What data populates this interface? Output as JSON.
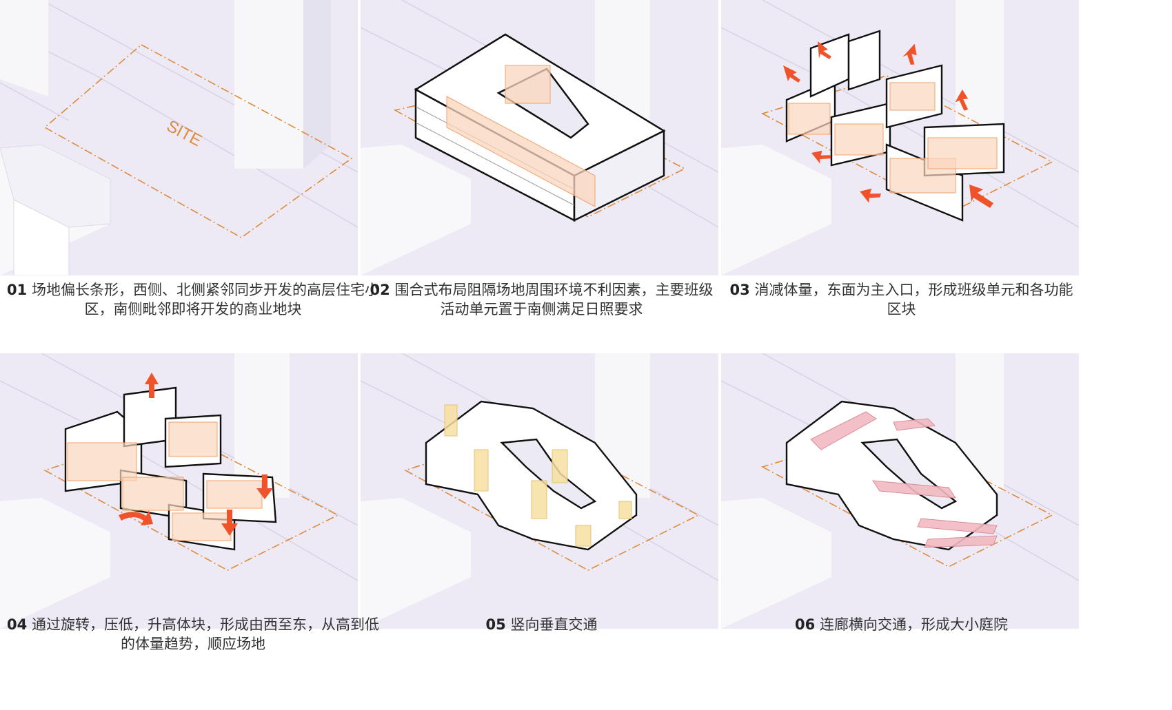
{
  "colors": {
    "ground": "#edeaf5",
    "tower": "#f7f7fa",
    "massing": "#ffffff",
    "outline": "#111111",
    "site_line": "#e08a3c",
    "classroom_fill": "#fbd6bd",
    "classroom_line": "#f2a06a",
    "arrow": "#f0532a",
    "core_fill": "#f7dfa0",
    "corridor_fill": "#f1b9c0"
  },
  "panels": [
    {
      "num": "01",
      "text": "场地偏长条形，西侧、北侧紧邻同步开发的高层住宅小区，南侧毗邻即将开发的商业地块",
      "site_label": "SITE"
    },
    {
      "num": "02",
      "text": "围合式布局阻隔场地周围环境不利因素，主要班级活动单元置于南侧满足日照要求"
    },
    {
      "num": "03",
      "text": "消减体量，东面为主入口，形成班级单元和各功能区块"
    },
    {
      "num": "04",
      "text": "通过旋转，压低，升高体块，形成由西至东，从高到低的体量趋势，顺应场地"
    },
    {
      "num": "05",
      "text": "竖向垂直交通"
    },
    {
      "num": "06",
      "text": "连廊横向交通，形成大小庭院"
    }
  ]
}
